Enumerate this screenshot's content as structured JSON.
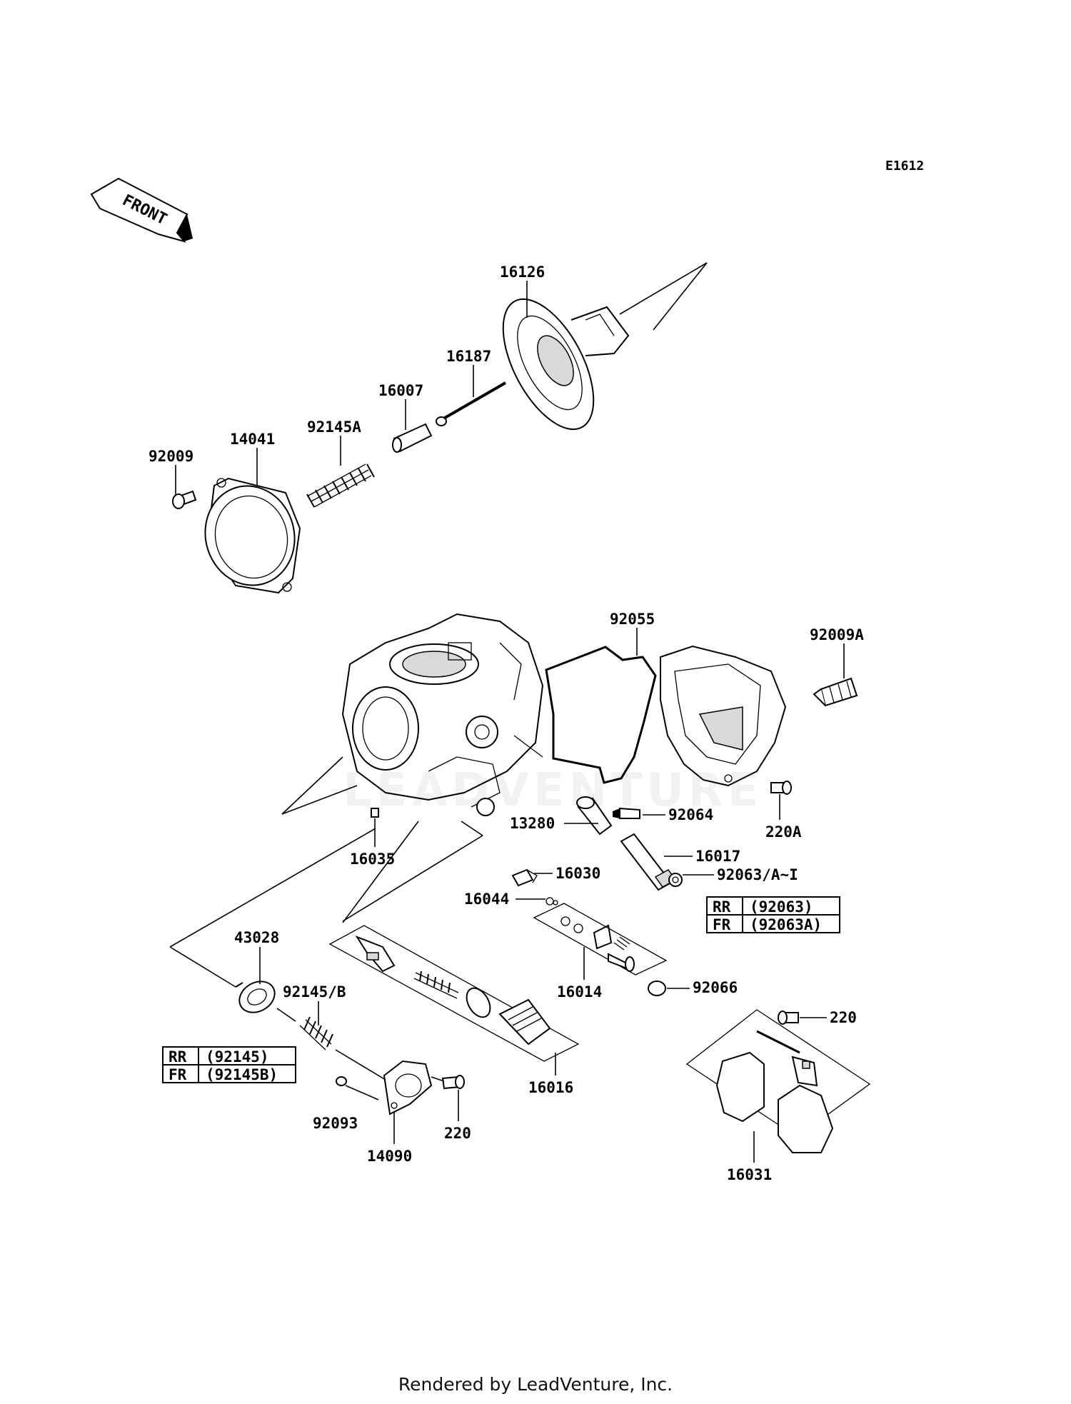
{
  "diagram_code": "E1612",
  "front_label": "FRONT",
  "footer_text": "Rendered by LeadVenture, Inc.",
  "watermark": "LEADVENTURE",
  "part_labels": {
    "p16126": "16126",
    "p16187": "16187",
    "p16007": "16007",
    "p92145A": "92145A",
    "p14041": "14041",
    "p92009": "92009",
    "p92055": "92055",
    "p92009A": "92009A",
    "p92064": "92064",
    "p13280": "13280",
    "p220A": "220A",
    "p16035": "16035",
    "p16017": "16017",
    "p16030": "16030",
    "p92063": "92063/A~I",
    "p16044": "16044",
    "p43028": "43028",
    "p92145B": "92145/B",
    "p16014": "16014",
    "p92066": "92066",
    "p220a": "220",
    "p16016": "16016",
    "p92093": "92093",
    "p220b": "220",
    "p14090": "14090",
    "p16031": "16031"
  },
  "table_92063": [
    {
      "code": "RR",
      "part": "(92063)"
    },
    {
      "code": "FR",
      "part": "(92063A)"
    }
  ],
  "table_92145": [
    {
      "code": "RR",
      "part": "(92145)"
    },
    {
      "code": "FR",
      "part": "(92145B)"
    }
  ]
}
